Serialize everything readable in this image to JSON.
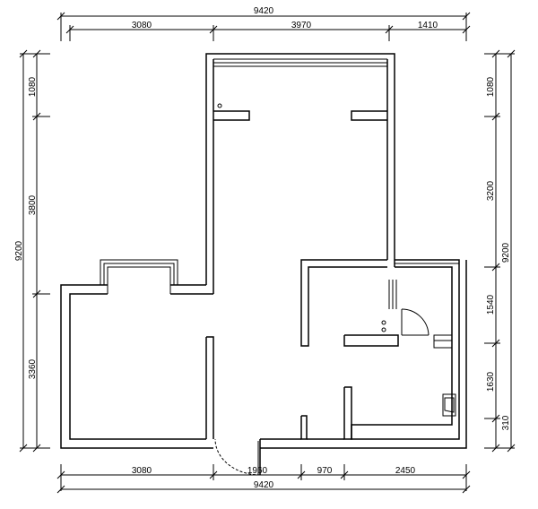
{
  "dimensions": {
    "top_total": "9420",
    "top_segments": [
      "3080",
      "3970",
      "1410"
    ],
    "bottom_total": "9420",
    "bottom_segments": [
      "3080",
      "1960",
      "970",
      "2450"
    ],
    "left_total": "9200",
    "left_segments": [
      "1080",
      "3800",
      "3360"
    ],
    "right_total": "9200",
    "right_segments": [
      "1080",
      "3200",
      "1540",
      "1630",
      "310"
    ]
  }
}
